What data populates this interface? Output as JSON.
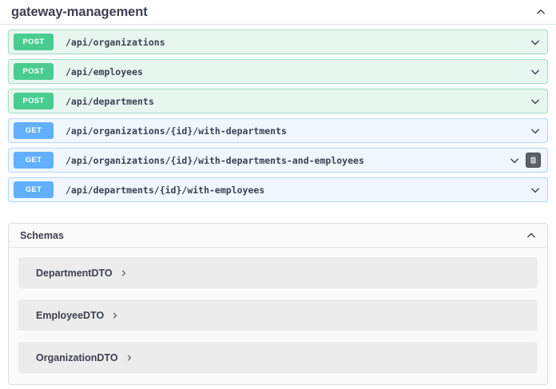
{
  "tag": {
    "title": "gateway-management",
    "expanded": true,
    "collapse_icon": "chevron-up-icon"
  },
  "operations": [
    {
      "method": "POST",
      "method_color": "#49cc90",
      "path": "/api/organizations",
      "expand_icon": "chevron-down-icon",
      "has_copy_button": false
    },
    {
      "method": "POST",
      "method_color": "#49cc90",
      "path": "/api/employees",
      "expand_icon": "chevron-down-icon",
      "has_copy_button": false
    },
    {
      "method": "POST",
      "method_color": "#49cc90",
      "path": "/api/departments",
      "expand_icon": "chevron-down-icon",
      "has_copy_button": false
    },
    {
      "method": "GET",
      "method_color": "#61affe",
      "path": "/api/organizations/{id}/with-departments",
      "expand_icon": "chevron-down-icon",
      "has_copy_button": false
    },
    {
      "method": "GET",
      "method_color": "#61affe",
      "path": "/api/organizations/{id}/with-departments-and-employees",
      "expand_icon": "chevron-down-icon",
      "has_copy_button": true,
      "copy_icon": "clipboard-copy-icon"
    },
    {
      "method": "GET",
      "method_color": "#61affe",
      "path": "/api/departments/{id}/with-employees",
      "expand_icon": "chevron-down-icon",
      "has_copy_button": false
    }
  ],
  "schemas": {
    "title": "Schemas",
    "expanded": true,
    "collapse_icon": "chevron-up-icon",
    "models": [
      {
        "name": "DepartmentDTO",
        "expand_icon": "chevron-right-icon"
      },
      {
        "name": "EmployeeDTO",
        "expand_icon": "chevron-right-icon"
      },
      {
        "name": "OrganizationDTO",
        "expand_icon": "chevron-right-icon"
      }
    ]
  }
}
